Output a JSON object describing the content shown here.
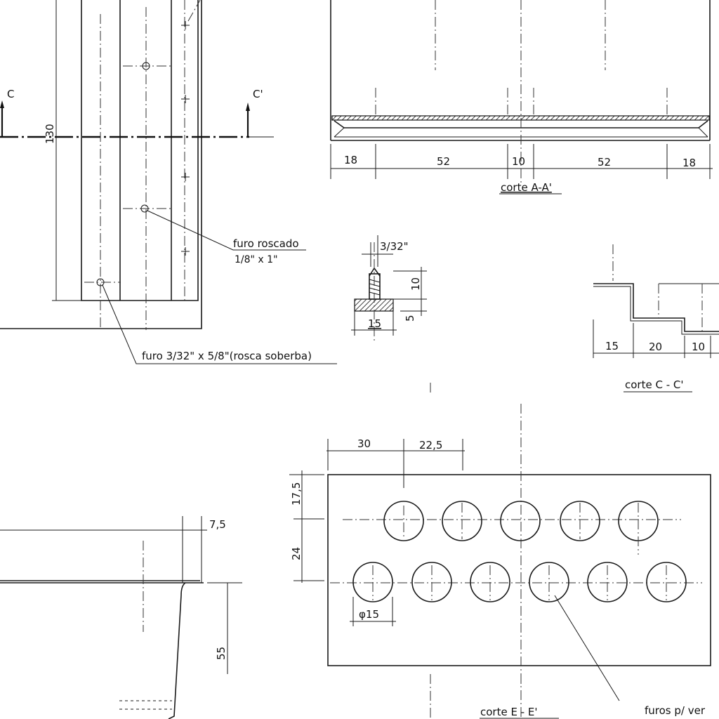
{
  "labels": {
    "section_c": "C",
    "section_c_prime": "C'",
    "dim_130": "130",
    "furo_roscado_line1": "furo roscado",
    "furo_roscado_line2": "1/8\" x 1\"",
    "furo_soberba": "furo 3/32\" x 5/8\"(rosca soberba)",
    "dim_3_32": "3/32\"",
    "dim_10_screw": "10",
    "dim_5_screw": "5",
    "dim_15_screw": "15",
    "aa_dims": [
      "18",
      "52",
      "10",
      "52",
      "18"
    ],
    "corte_aa": "corte A-A'",
    "cc_dims": [
      "15",
      "20",
      "10"
    ],
    "corte_cc": "corte C - C'",
    "ee_dim_30": "30",
    "ee_dim_22_5": "22,5",
    "ee_dim_17_5": "17,5",
    "ee_dim_24": "24",
    "ee_dim_phi15": "φ15",
    "corte_ee": "corte  E - E'",
    "furos_note": "furos p/ ver",
    "dim_7_5": "7,5",
    "dim_55": "55"
  },
  "colors": {
    "ink": "#111111",
    "paper": "#ffffff"
  }
}
